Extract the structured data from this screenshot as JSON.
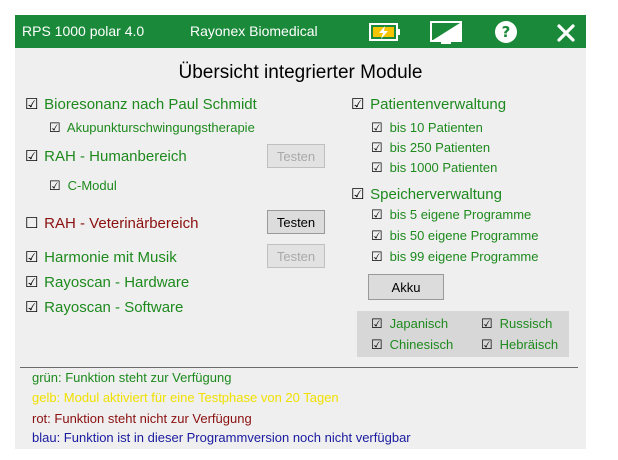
{
  "titlebar": {
    "app_name": "RPS 1000 polar 4.0",
    "vendor": "Rayonex Biomedical",
    "battery_icon": "battery-charging-icon",
    "display_icon": "display-icon",
    "help_icon": "help-icon",
    "close_icon": "close-icon",
    "color": "#1a8a3a"
  },
  "heading": "Übersicht integrierter Module",
  "checkbox_checked": "☑",
  "checkbox_unchecked": "☐",
  "left_modules": {
    "bioresonanz": "Bioresonanz nach Paul Schmidt",
    "akupunktur": "Akupunkturschwingungstherapie",
    "rah_human": "RAH - Humanbereich",
    "c_modul": "C-Modul",
    "rah_vet": "RAH - Veterinärbereich",
    "harmonie": "Harmonie mit Musik",
    "rayoscan_hw": "Rayoscan - Hardware",
    "rayoscan_sw": "Rayoscan - Software"
  },
  "buttons": {
    "test_label": "Testen",
    "akku_label": "Akku"
  },
  "right_modules": {
    "patienten": "Patientenverwaltung",
    "p10": "bis 10 Patienten",
    "p250": "bis 250 Patienten",
    "p1000": "bis 1000 Patienten",
    "speicher": "Speicherverwaltung",
    "s5": "bis 5 eigene Programme",
    "s50": "bis 50 eigene Programme",
    "s99": "bis 99 eigene Programme"
  },
  "languages": {
    "japanese": "Japanisch",
    "russian": "Russisch",
    "chinese": "Chinesisch",
    "hebrew": "Hebräisch"
  },
  "legend": {
    "green": "grün: Funktion steht zur Verfügung",
    "yellow": "gelb: Modul aktiviert für eine Testphase von 20 Tagen",
    "red": "rot:   Funktion steht nicht zur Verfügung",
    "blue": "blau: Funktion ist in dieser Programmversion noch nicht verfügbar"
  },
  "colors": {
    "available": "#1e8a1e",
    "test_phase": "#f0e000",
    "unavailable": "#8b1010",
    "not_in_version": "#1a1aa0"
  }
}
